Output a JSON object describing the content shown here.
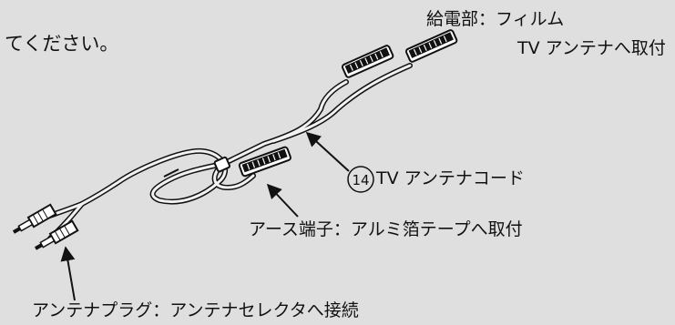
{
  "instruction_fragment": "てください。",
  "labels": {
    "feed_line1": "給電部：フィルム",
    "feed_line2": "TV アンテナへ取付",
    "cord_number": "14",
    "cord_name": "TV アンテナコード",
    "earth": "アース端子：アルミ箔テープへ取付",
    "plug": "アンテナプラグ：アンテナセレクタへ接続"
  }
}
